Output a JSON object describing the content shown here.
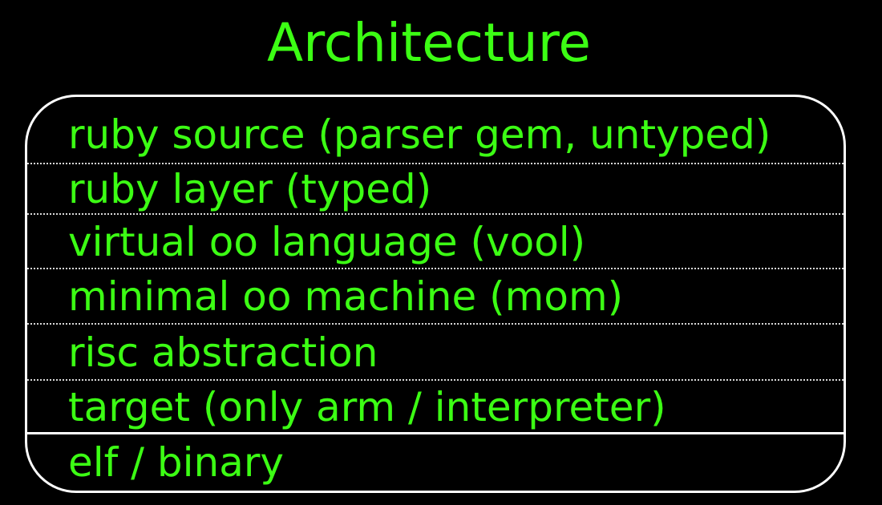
{
  "title": "Architecture",
  "layers": [
    "ruby source (parser gem, untyped)",
    "ruby layer (typed)",
    "virtual oo language (vool)",
    "minimal oo machine (mom)",
    "risc abstraction",
    "target (only arm / interpreter)",
    "elf / binary"
  ],
  "colors": {
    "background": "#000000",
    "text": "#3cff14",
    "border": "#ffffff",
    "separator": "#d8d8d8"
  }
}
